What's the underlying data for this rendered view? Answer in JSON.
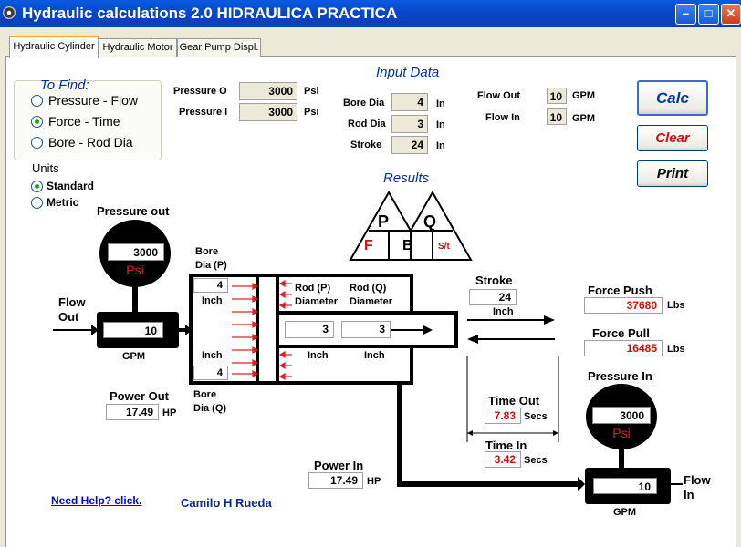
{
  "window": {
    "title": "Hydraulic calculations 2.0  HIDRAULICA PRACTICA"
  },
  "tabs": [
    "Hydraulic Cylinder",
    "Hydraulic Motor",
    "Gear Pump Displ."
  ],
  "to_find": {
    "title": "To Find:",
    "options": [
      "Pressure - Flow",
      "Force - Time",
      "Bore - Rod Dia"
    ],
    "selected": 1
  },
  "units": {
    "title": "Units",
    "options": [
      "Standard",
      "Metric"
    ],
    "selected": 0
  },
  "input": {
    "title": "Input Data",
    "pressure_o_label": "Pressure O",
    "pressure_o": "3000",
    "pressure_i_label": "Pressure I",
    "pressure_i": "3000",
    "psi": "Psi",
    "bore_dia_label": "Bore Dia",
    "bore_dia": "4",
    "rod_dia_label": "Rod Dia",
    "rod_dia": "3",
    "stroke_label": "Stroke",
    "stroke": "24",
    "in": "In",
    "flow_out_label": "Flow Out",
    "flow_out": "10",
    "flow_in_label": "Flow In",
    "flow_in": "10",
    "gpm": "GPM"
  },
  "buttons": {
    "calc": "Calc",
    "clear": "Clear",
    "print": "Print"
  },
  "results": {
    "title": "Results",
    "pqfbst": {
      "p": "P",
      "q": "Q",
      "f": "F",
      "b": "B",
      "st": "S/t"
    },
    "pressure_out_label": "Pressure out",
    "pressure_out": "3000",
    "psi": "Psi",
    "flow_out_label_1": "Flow",
    "flow_out_label_2": "Out",
    "gpm_out": "10",
    "gpm": "GPM",
    "bore_p_label_1": "Bore",
    "bore_p_label_2": "Dia (P)",
    "bore_q_label_1": "Bore",
    "bore_q_label_2": "Dia (Q)",
    "bore_p": "4",
    "bore_q": "4",
    "inch": "Inch",
    "rod_p_label_1": "Rod (P)",
    "rod_p_label_2": "Diameter",
    "rod_q_label_1": "Rod (Q)",
    "rod_q_label_2": "Diameter",
    "rod_p": "3",
    "rod_q": "3",
    "stroke_label": "Stroke",
    "stroke": "24",
    "force_push_label": "Force Push",
    "force_push": "37680",
    "force_pull_label": "Force Pull",
    "force_pull": "16485",
    "lbs": "Lbs",
    "power_out_label": "Power Out",
    "power_out": "17.49",
    "hp": "HP",
    "time_out_label": "Time Out",
    "time_out": "7.83",
    "time_in_label": "Time In",
    "time_in": "3.42",
    "secs": "Secs",
    "pressure_in_label": "Pressure In",
    "pressure_in": "3000",
    "power_in_label": "Power In",
    "power_in": "17.49",
    "flow_in_label_1": "Flow",
    "flow_in_label_2": "In",
    "gpm_in": "10"
  },
  "footer": {
    "help": "Need Help? click.",
    "author": "Camilo H Rueda"
  }
}
